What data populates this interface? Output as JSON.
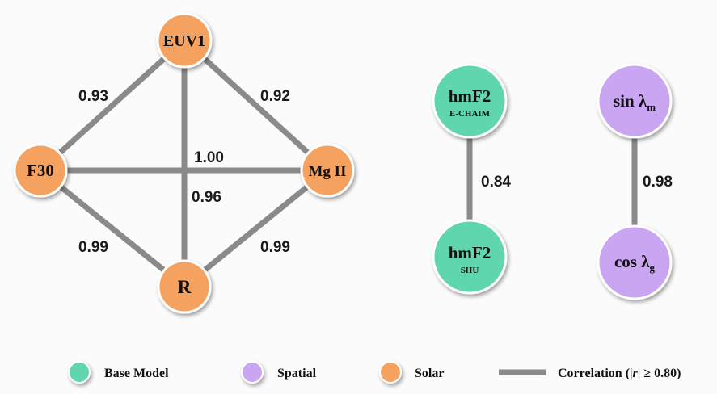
{
  "colors": {
    "base_model": "#5fd6ad",
    "spatial": "#caa6f2",
    "solar": "#f5a15f",
    "edge": "#8a8a8a",
    "node_stroke": "#ffffff"
  },
  "nodes": {
    "euv1": {
      "label": "EUV1",
      "group": "solar"
    },
    "f30": {
      "label": "F30",
      "group": "solar"
    },
    "mgii": {
      "label": "Mg II",
      "group": "solar"
    },
    "r": {
      "label": "R",
      "group": "solar"
    },
    "hmf2_echaim": {
      "label": "hmF2",
      "sublabel": "E-CHAIM",
      "group": "base_model"
    },
    "hmf2_shu": {
      "label": "hmF2",
      "sublabel": "SHU",
      "group": "base_model"
    },
    "sin_lambda": {
      "label": "sin λ",
      "subscript": "m",
      "group": "spatial"
    },
    "cos_lambda": {
      "label": "cos λ",
      "subscript": "g",
      "group": "spatial"
    }
  },
  "edges": [
    {
      "from": "euv1",
      "to": "f30",
      "label": "0.93"
    },
    {
      "from": "euv1",
      "to": "mgii",
      "label": "0.92"
    },
    {
      "from": "euv1",
      "to": "r",
      "label": "0.96"
    },
    {
      "from": "f30",
      "to": "mgii",
      "label": "1.00"
    },
    {
      "from": "f30",
      "to": "r",
      "label": "0.99"
    },
    {
      "from": "mgii",
      "to": "r",
      "label": "0.99"
    },
    {
      "from": "hmf2_echaim",
      "to": "hmf2_shu",
      "label": "0.84"
    },
    {
      "from": "sin_lambda",
      "to": "cos_lambda",
      "label": "0.98"
    }
  ],
  "legend": {
    "base_model": "Base Model",
    "spatial": "Spatial",
    "solar": "Solar",
    "correlation_prefix": "Correlation (|",
    "correlation_var": "r",
    "correlation_suffix": "| ≥ 0.80)"
  }
}
